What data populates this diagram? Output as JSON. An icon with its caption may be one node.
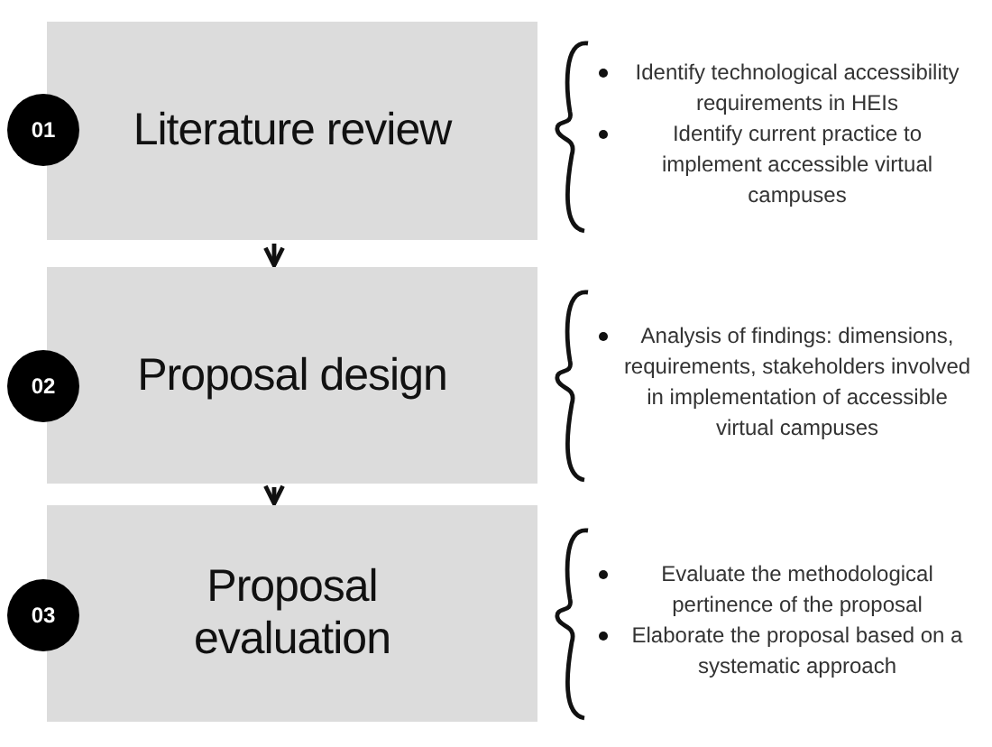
{
  "diagram": {
    "nodes": [
      {
        "text": [
          "01"
        ]
      },
      {
        "text": [
          "Literature review"
        ]
      },
      {
        "text": [
          "02"
        ]
      },
      {
        "text": [
          "Proposal design"
        ]
      },
      {
        "text": [
          "03"
        ]
      },
      {
        "text": [
          "Proposal evaluation"
        ]
      }
    ],
    "edges": [
      {
        "from": 1,
        "to": 3,
        "arrow": "to"
      },
      {
        "from": 3,
        "to": 5,
        "arrow": "to"
      }
    ],
    "labels": [
      "Identify technological accessibility requirements in HEIs",
      "Identify current practice to implement accessible virtual campuses",
      "Analysis of findings: dimensions, requirements, stakeholders involved in implementation of accessible virtual campuses",
      "Evaluate the methodological pertinence of the proposal",
      "Elaborate the proposal based on a systematic approach"
    ]
  }
}
